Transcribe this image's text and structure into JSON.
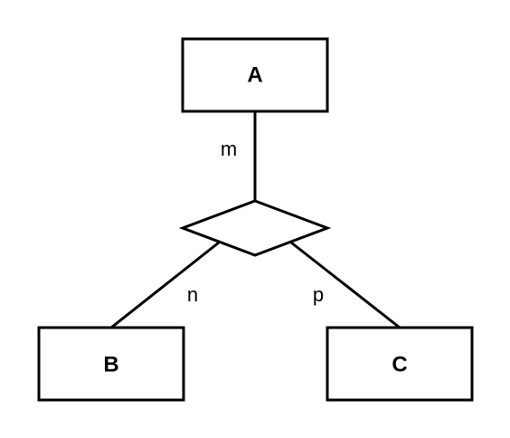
{
  "diagram": {
    "entities": {
      "a": "A",
      "b": "B",
      "c": "C"
    },
    "cardinalities": {
      "a_relationship": "m",
      "b_relationship": "n",
      "c_relationship": "p"
    },
    "colors": {
      "stroke": "#000000",
      "fill": "#ffffff"
    }
  }
}
